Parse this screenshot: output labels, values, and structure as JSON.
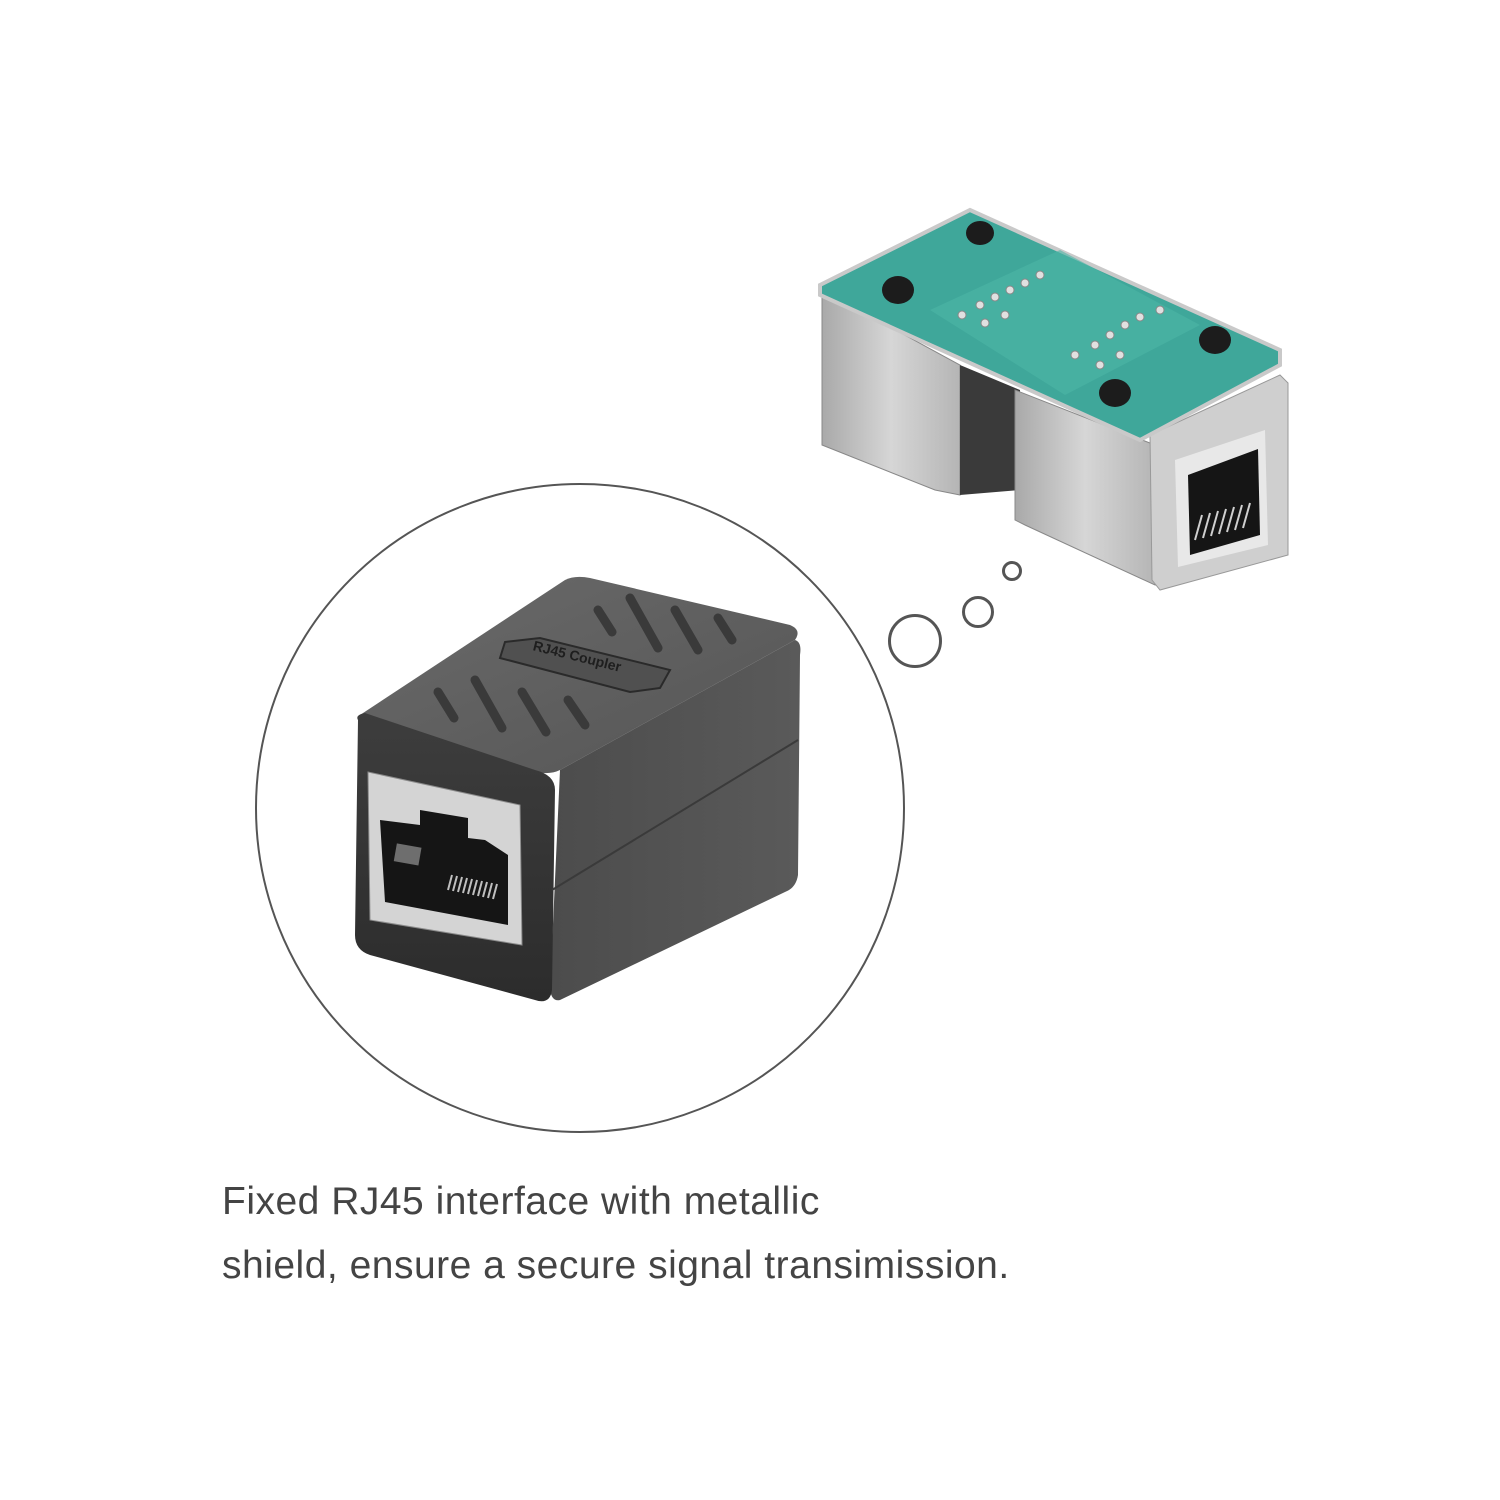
{
  "product": {
    "name": "RJ45 Coupler",
    "label_on_body": "RJ45 Coupler",
    "body_color": "#4a4a4a",
    "pcb_color": "#3fa79a",
    "shield_color": "#c8c8c8"
  },
  "caption": {
    "line1": "Fixed RJ45 interface with metallic",
    "line2": "shield, ensure a secure signal transimission.",
    "color": "#444444"
  }
}
